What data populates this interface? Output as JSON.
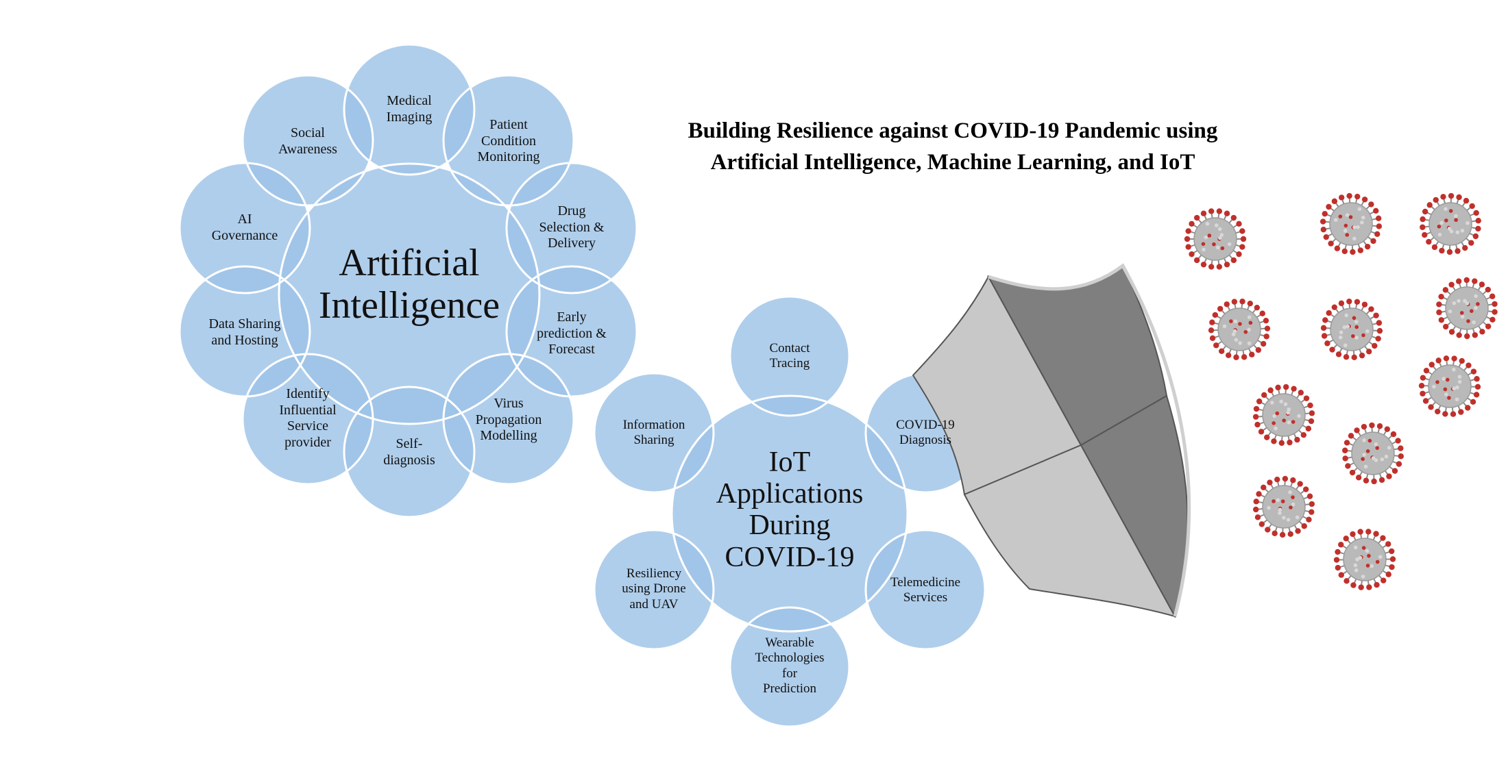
{
  "title_line1": "Building Resilience against COVID-19 Pandemic using",
  "title_line2": "Artificial Intelligence, Machine Learning, and IoT",
  "ai_cluster": {
    "center": "Artificial\nIntelligence",
    "nodes": [
      "Medical\nImaging",
      "Patient\nCondition\nMonitoring",
      "Drug\nSelection &\nDelivery",
      "Early\nprediction &\nForecast",
      "Virus\nPropagation\nModelling",
      "Self-\ndiagnosis",
      "Identify\nInfluential\nService\nprovider",
      "Data Sharing\nand Hosting",
      "AI\nGovernance",
      "Social\nAwareness"
    ]
  },
  "iot_cluster": {
    "center": "IoT\nApplications\nDuring\nCOVID-19",
    "nodes": [
      "Contact\nTracing",
      "COVID-19\nDiagnosis",
      "Telemedicine\nServices",
      "Wearable\nTechnologies\nfor\nPrediction",
      "Resiliency\nusing Drone\nand UAV",
      "Information\nSharing"
    ]
  },
  "colors": {
    "circle_fill": "#9dc3e6",
    "circle_stroke": "#ffffff",
    "shield_light": "#c4c4c4",
    "shield_dark": "#7f7f7f",
    "virus_body": "#b9b9b9",
    "virus_spike": "#c0302b"
  },
  "icons": {
    "shield": "shield-icon",
    "virus": "coronavirus-icon"
  }
}
